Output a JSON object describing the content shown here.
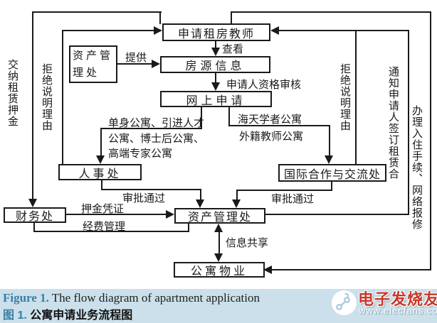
{
  "colors": {
    "line": "#1a1a1a",
    "caption_bg": "#cbe0ea",
    "accent_teal": "#3a7ea6",
    "watermark_red": "#c9372a"
  },
  "nodes": {
    "apply_teacher": "申请租房教师",
    "asset_mgmt_provider": "资产管理处",
    "housing_info": "房源信息",
    "online_apply": "网上申请",
    "hr_office": "人事处",
    "intl_office": "国际合作与交流处",
    "finance_office": "财务处",
    "asset_mgmt": "资产管理处",
    "property": "公寓物业"
  },
  "labels": {
    "pay_deposit": "交纳租赁押金",
    "refuse_left": "拒绝说明理由",
    "provide": "提供",
    "view": "查看",
    "qualification": "申请人资格审核",
    "dorm_left": {
      "l1": "单身公寓、引进人才",
      "l2": "公寓、博士后公寓、",
      "l3": "高端专家公寓"
    },
    "dorm_right": {
      "l1": "海天学者公寓",
      "l2": "外籍教师公寓"
    },
    "approve_left": "审批通过",
    "approve_right": "审批通过",
    "deposit_voucher": "押金凭证",
    "fund_mgmt": "经费管理",
    "info_share": "信息共享",
    "refuse_right": "拒绝说明理由",
    "notify_sign": "通知申请人签订租赁合",
    "checkin": "办理入住手续、网络报修"
  },
  "caption": {
    "fig_label_en": "Figure 1.",
    "fig_text_en": " The flow diagram of apartment application",
    "fig_label_zh": "图 1.",
    "fig_text_zh": " 公寓申请业务流程图"
  },
  "watermark": {
    "brand": "电子发烧友",
    "url": "www.elecfans.com"
  }
}
